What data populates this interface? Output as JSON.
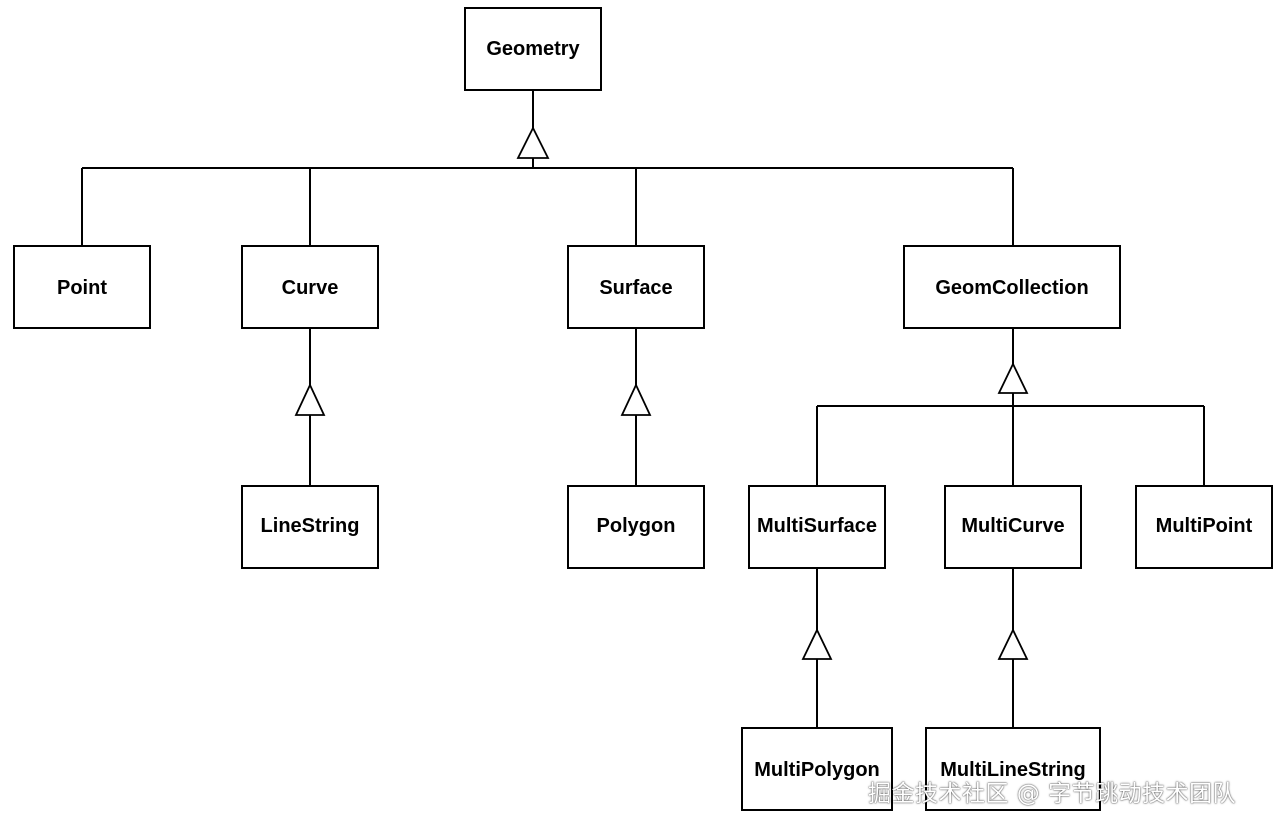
{
  "classes": {
    "geometry": "Geometry",
    "point": "Point",
    "curve": "Curve",
    "surface": "Surface",
    "geom_collection": "GeomCollection",
    "line_string": "LineString",
    "polygon": "Polygon",
    "multi_surface": "MultiSurface",
    "multi_curve": "MultiCurve",
    "multi_point": "MultiPoint",
    "multi_polygon": "MultiPolygon",
    "multi_line_string": "MultiLineString"
  },
  "relations": [
    {
      "type": "generalization",
      "child": "Point",
      "parent": "Geometry"
    },
    {
      "type": "generalization",
      "child": "Curve",
      "parent": "Geometry"
    },
    {
      "type": "generalization",
      "child": "Surface",
      "parent": "Geometry"
    },
    {
      "type": "generalization",
      "child": "GeomCollection",
      "parent": "Geometry"
    },
    {
      "type": "generalization",
      "child": "LineString",
      "parent": "Curve"
    },
    {
      "type": "generalization",
      "child": "Polygon",
      "parent": "Surface"
    },
    {
      "type": "generalization",
      "child": "MultiSurface",
      "parent": "GeomCollection"
    },
    {
      "type": "generalization",
      "child": "MultiCurve",
      "parent": "GeomCollection"
    },
    {
      "type": "generalization",
      "child": "MultiPoint",
      "parent": "GeomCollection"
    },
    {
      "type": "generalization",
      "child": "MultiPolygon",
      "parent": "MultiSurface"
    },
    {
      "type": "generalization",
      "child": "MultiLineString",
      "parent": "MultiCurve"
    }
  ],
  "watermark": "掘金技术社区 @ 字节跳动技术团队",
  "colors": {
    "stroke": "#000000",
    "background": "#ffffff"
  }
}
